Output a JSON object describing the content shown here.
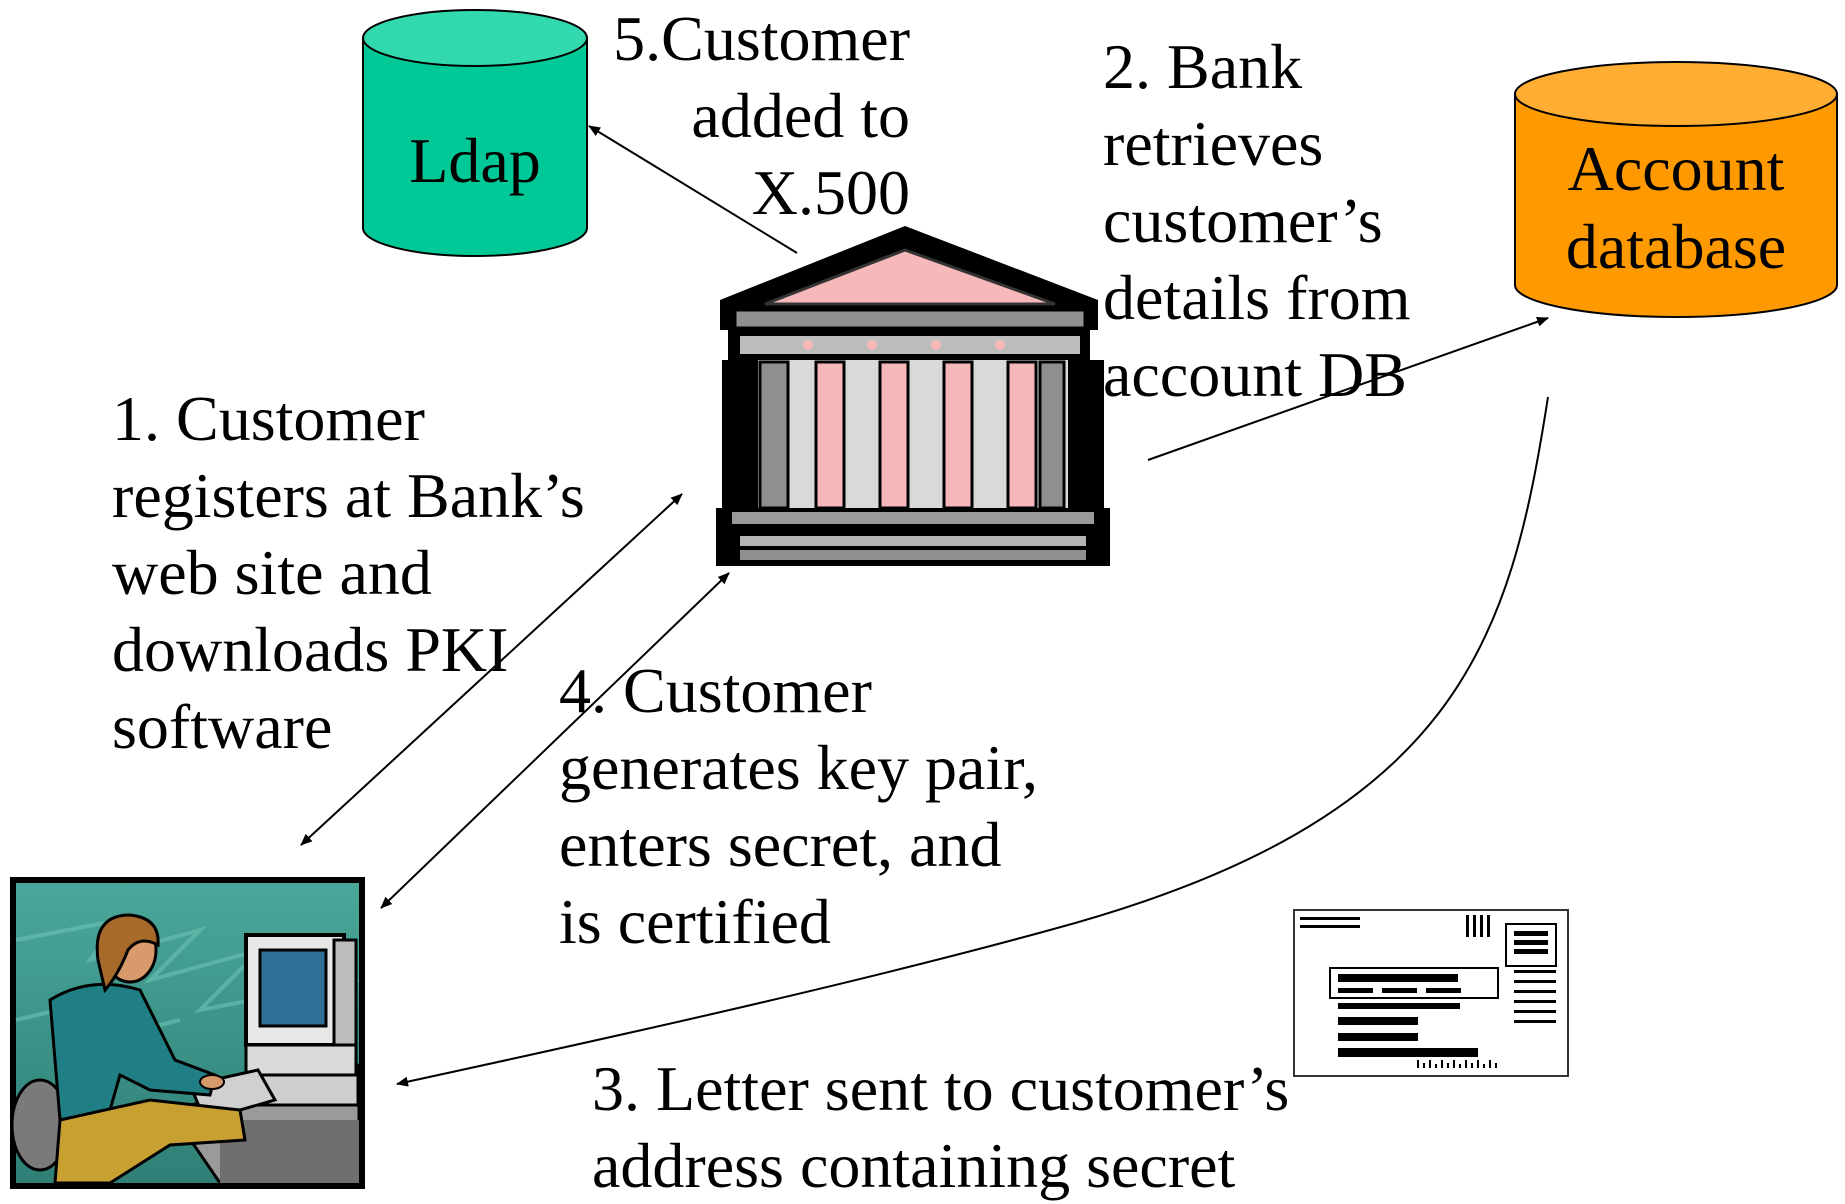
{
  "nodes": {
    "ldap": {
      "label": "Ldap",
      "color": "#00C896"
    },
    "account_db": {
      "label_lines": [
        "Account",
        "database"
      ],
      "color": "#FF9900"
    },
    "bank": {
      "icon": "bank-building-icon"
    },
    "customer": {
      "icon": "person-at-computer-icon"
    },
    "letter": {
      "icon": "envelope-letter-icon"
    }
  },
  "steps": {
    "step1": {
      "lines": [
        "1. Customer",
        "registers at Bank’s",
        "web site and",
        "downloads PKI",
        "software"
      ]
    },
    "step2": {
      "lines": [
        "2. Bank",
        "retrieves",
        "customer’s",
        "details from",
        "account DB"
      ]
    },
    "step3": {
      "lines": [
        "3. Letter sent to customer’s",
        "address containing secret"
      ]
    },
    "step4": {
      "lines": [
        "4. Customer",
        "generates key pair,",
        "enters secret, and",
        "is certified"
      ]
    },
    "step5": {
      "lines": [
        "5.Customer",
        "added to",
        "X.500"
      ]
    }
  }
}
